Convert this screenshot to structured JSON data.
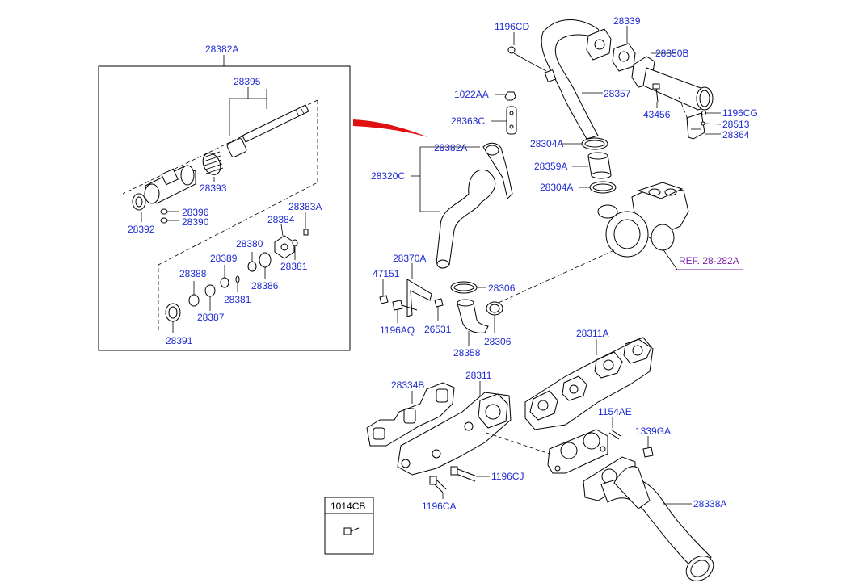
{
  "labels": {
    "p28382A_box": "28382A",
    "p28395": "28395",
    "p28393": "28393",
    "p28392": "28392",
    "p28396": "28396",
    "p28390": "28390",
    "p28384": "28384",
    "p28383A": "28383A",
    "p28380": "28380",
    "p28389": "28389",
    "p28381a": "28381",
    "p28388": "28388",
    "p28386": "28386",
    "p28381b": "28381",
    "p28387": "28387",
    "p28391": "28391",
    "p1196CD": "1196CD",
    "p28339": "28339",
    "p28350B": "28350B",
    "p1022AA": "1022AA",
    "p28357": "28357",
    "p43456": "43456",
    "p1196CG": "1196CG",
    "p28513": "28513",
    "p28364": "28364",
    "p28363C": "28363C",
    "p28304A_1": "28304A",
    "p28382A": "28382A",
    "p28359A": "28359A",
    "p28320C": "28320C",
    "p28304A_2": "28304A",
    "ref": "REF. 28-282A",
    "p28370A": "28370A",
    "p47151": "47151",
    "p28306_1": "28306",
    "p1196AQ": "1196AQ",
    "p26531": "26531",
    "p28358": "28358",
    "p28306_2": "28306",
    "p28311A": "28311A",
    "p28334B": "28334B",
    "p28311": "28311",
    "p1154AE": "1154AE",
    "p1339GA": "1339GA",
    "p1196CJ": "1196CJ",
    "p28338A": "28338A",
    "p1196CA": "1196CA",
    "p1014CB": "1014CB"
  },
  "colors": {
    "label": "#1e2bd2",
    "ref_label": "#7a1fa0",
    "arrow": "#e01010",
    "line": "#000000"
  }
}
